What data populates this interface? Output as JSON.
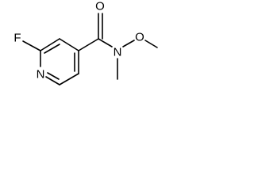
{
  "molecule": {
    "atoms": {
      "fluorine": "F",
      "ring_nitrogen": "N",
      "carbonyl_oxygen": "O",
      "amide_nitrogen": "N",
      "methoxy_oxygen": "O"
    }
  }
}
